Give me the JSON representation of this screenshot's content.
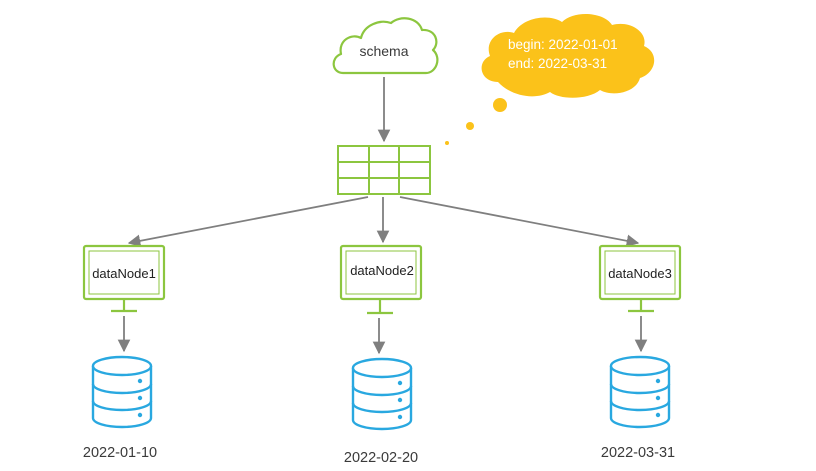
{
  "schema": {
    "label": "schema"
  },
  "bubble": {
    "line1": "begin: 2022-01-01",
    "line2": "end: 2022-03-31"
  },
  "nodes": [
    {
      "label": "dataNode1",
      "date": "2022-01-10"
    },
    {
      "label": "dataNode2",
      "date": "2022-02-20"
    },
    {
      "label": "dataNode3",
      "date": "2022-03-31"
    }
  ],
  "colors": {
    "green": "#8cc63f",
    "blue": "#29a8e0",
    "arrow": "#7f7f7f",
    "bubble": "#fbc21a",
    "bubble_text": "#ffffff",
    "text": "#3a3a3a"
  }
}
